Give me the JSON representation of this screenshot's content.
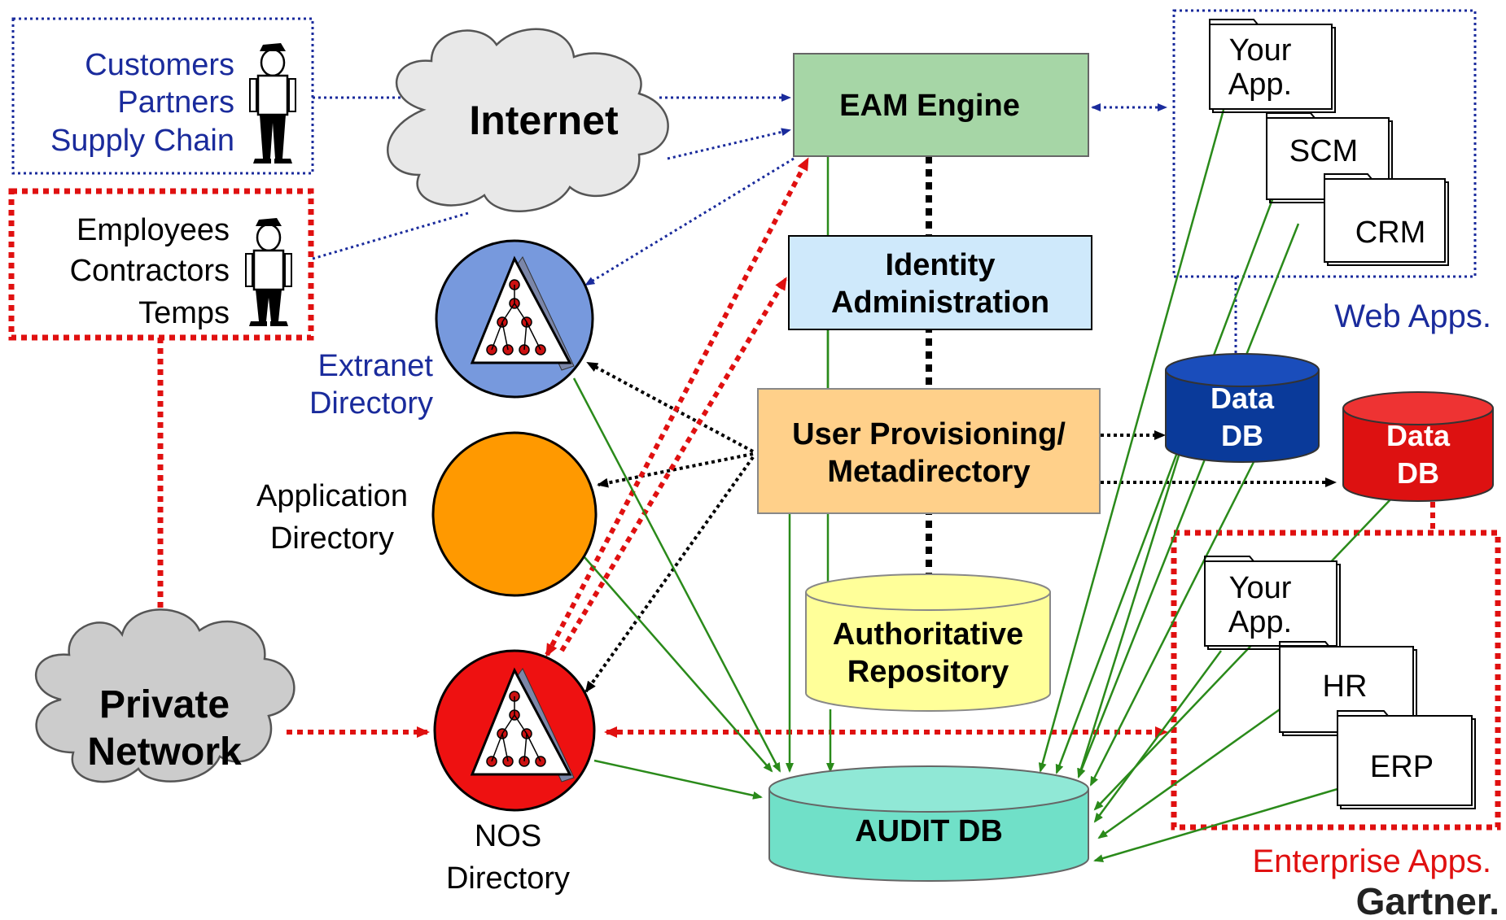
{
  "colors": {
    "blue_text": "#1a2b9c",
    "red_border": "#e01010",
    "green_line": "#2a8a1a",
    "eam_fill": "#a6d6a6",
    "identity_fill": "#cfe9fb",
    "provisioning_fill": "#ffd08a",
    "repository_fill": "#ffff99",
    "audit_fill": "#70e0c8",
    "extranet_fill": "#7799dd",
    "appdir_fill": "#ff9900",
    "nos_fill": "#ee1111",
    "blue_db_fill": "#0a3a9a",
    "red_db_fill": "#dd1111"
  },
  "external": {
    "group1": [
      "Customers",
      "Partners",
      "Supply Chain"
    ],
    "group2": [
      "Employees",
      "Contractors",
      "Temps"
    ]
  },
  "clouds": {
    "internet": "Internet",
    "private": [
      "Private",
      "Network"
    ]
  },
  "directories": {
    "extranet": [
      "Extranet",
      "Directory"
    ],
    "application": [
      "Application",
      "Directory"
    ],
    "nos": [
      "NOS",
      "Directory"
    ]
  },
  "boxes": {
    "eam": "EAM Engine",
    "identity": [
      "Identity",
      "Administration"
    ],
    "provisioning": [
      "User Provisioning/",
      "Metadirectory"
    ],
    "repository": [
      "Authoritative",
      "Repository"
    ],
    "audit": "AUDIT DB"
  },
  "web_apps": {
    "apps": [
      [
        "Your",
        "App."
      ],
      [
        "SCM"
      ],
      [
        "CRM"
      ]
    ],
    "label": "Web Apps."
  },
  "data_dbs": {
    "blue": [
      "Data",
      "DB"
    ],
    "red": [
      "Data",
      "DB"
    ]
  },
  "enterprise_apps": {
    "apps": [
      [
        "Your",
        "App."
      ],
      [
        "HR"
      ],
      [
        "ERP"
      ]
    ],
    "label": "Enterprise Apps."
  },
  "brand": "Gartner."
}
